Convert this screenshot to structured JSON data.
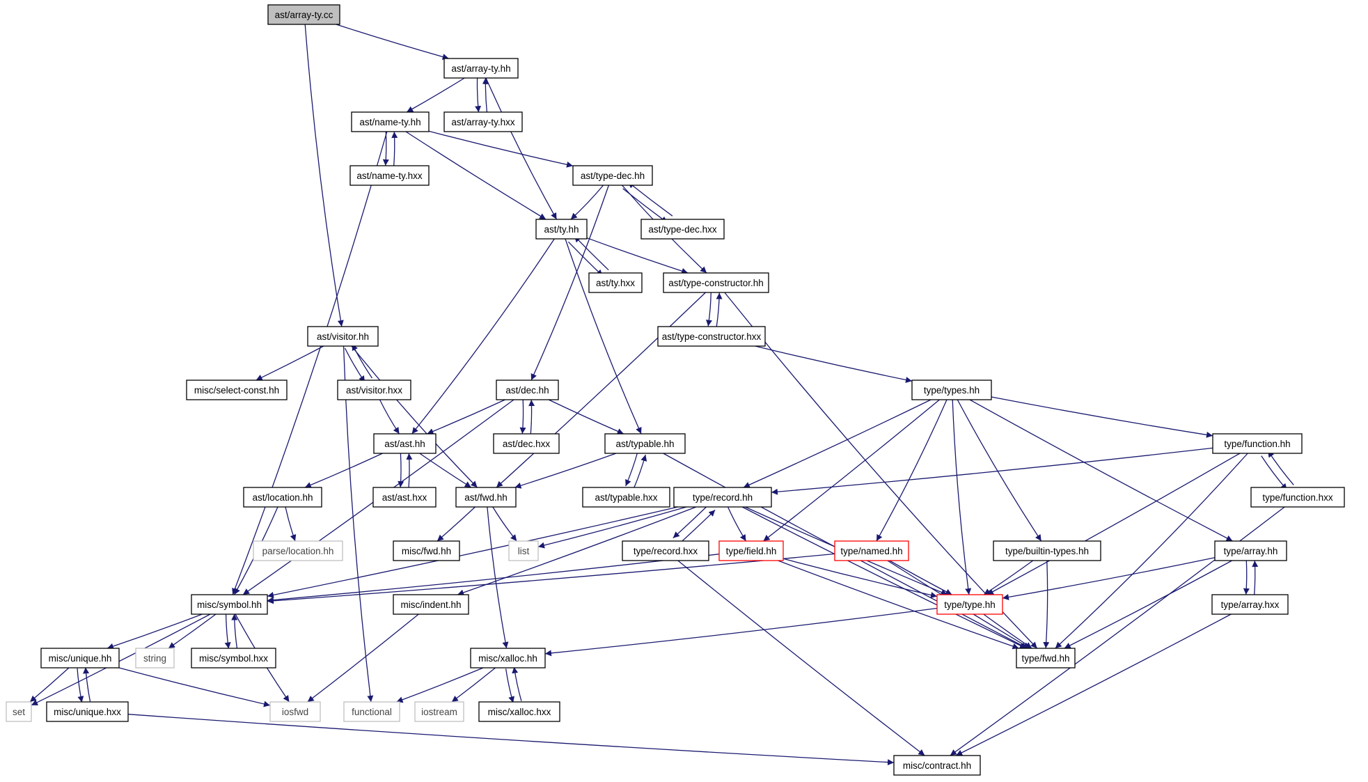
{
  "colors": {
    "edge": "#191970",
    "box_normal": "#000000",
    "box_root_fill": "#bfbfbf",
    "box_truncated": "#ff0000",
    "box_system": "#bfbfbf",
    "background": "#ffffff"
  },
  "nodes": [
    {
      "id": "array_ty_cc",
      "label": "ast/array-ty.cc",
      "kind": "root"
    },
    {
      "id": "array_ty_hh",
      "label": "ast/array-ty.hh",
      "kind": "normal"
    },
    {
      "id": "name_ty_hh",
      "label": "ast/name-ty.hh",
      "kind": "normal"
    },
    {
      "id": "array_ty_hxx",
      "label": "ast/array-ty.hxx",
      "kind": "normal"
    },
    {
      "id": "name_ty_hxx",
      "label": "ast/name-ty.hxx",
      "kind": "normal"
    },
    {
      "id": "type_dec_hh",
      "label": "ast/type-dec.hh",
      "kind": "normal"
    },
    {
      "id": "ty_hh",
      "label": "ast/ty.hh",
      "kind": "normal"
    },
    {
      "id": "type_dec_hxx",
      "label": "ast/type-dec.hxx",
      "kind": "normal"
    },
    {
      "id": "ty_hxx",
      "label": "ast/ty.hxx",
      "kind": "normal"
    },
    {
      "id": "type_constructor_hh",
      "label": "ast/type-constructor.hh",
      "kind": "normal"
    },
    {
      "id": "visitor_hh",
      "label": "ast/visitor.hh",
      "kind": "normal"
    },
    {
      "id": "type_constructor_hxx",
      "label": "ast/type-constructor.hxx",
      "kind": "normal"
    },
    {
      "id": "select_const_hh",
      "label": "misc/select-const.hh",
      "kind": "normal"
    },
    {
      "id": "visitor_hxx",
      "label": "ast/visitor.hxx",
      "kind": "normal"
    },
    {
      "id": "dec_hh",
      "label": "ast/dec.hh",
      "kind": "normal"
    },
    {
      "id": "types_hh",
      "label": "type/types.hh",
      "kind": "normal"
    },
    {
      "id": "ast_hh",
      "label": "ast/ast.hh",
      "kind": "normal"
    },
    {
      "id": "dec_hxx",
      "label": "ast/dec.hxx",
      "kind": "normal"
    },
    {
      "id": "typable_hh",
      "label": "ast/typable.hh",
      "kind": "normal"
    },
    {
      "id": "function_hh",
      "label": "type/function.hh",
      "kind": "normal"
    },
    {
      "id": "location_hh",
      "label": "ast/location.hh",
      "kind": "normal"
    },
    {
      "id": "ast_hxx",
      "label": "ast/ast.hxx",
      "kind": "normal"
    },
    {
      "id": "ast_fwd_hh",
      "label": "ast/fwd.hh",
      "kind": "normal"
    },
    {
      "id": "typable_hxx",
      "label": "ast/typable.hxx",
      "kind": "normal"
    },
    {
      "id": "record_hh",
      "label": "type/record.hh",
      "kind": "normal"
    },
    {
      "id": "function_hxx",
      "label": "type/function.hxx",
      "kind": "normal"
    },
    {
      "id": "parse_location_hh",
      "label": "parse/location.hh",
      "kind": "system"
    },
    {
      "id": "misc_fwd_hh",
      "label": "misc/fwd.hh",
      "kind": "normal"
    },
    {
      "id": "list",
      "label": "list",
      "kind": "system"
    },
    {
      "id": "record_hxx",
      "label": "type/record.hxx",
      "kind": "normal"
    },
    {
      "id": "field_hh",
      "label": "type/field.hh",
      "kind": "truncated"
    },
    {
      "id": "named_hh",
      "label": "type/named.hh",
      "kind": "truncated"
    },
    {
      "id": "builtin_types_hh",
      "label": "type/builtin-types.hh",
      "kind": "normal"
    },
    {
      "id": "array_hh",
      "label": "type/array.hh",
      "kind": "normal"
    },
    {
      "id": "symbol_hh",
      "label": "misc/symbol.hh",
      "kind": "normal"
    },
    {
      "id": "indent_hh",
      "label": "misc/indent.hh",
      "kind": "normal"
    },
    {
      "id": "type_hh",
      "label": "type/type.hh",
      "kind": "truncated"
    },
    {
      "id": "array_hxx",
      "label": "type/array.hxx",
      "kind": "normal"
    },
    {
      "id": "unique_hh",
      "label": "misc/unique.hh",
      "kind": "normal"
    },
    {
      "id": "string",
      "label": "string",
      "kind": "system"
    },
    {
      "id": "symbol_hxx",
      "label": "misc/symbol.hxx",
      "kind": "normal"
    },
    {
      "id": "xalloc_hh",
      "label": "misc/xalloc.hh",
      "kind": "normal"
    },
    {
      "id": "type_fwd_hh",
      "label": "type/fwd.hh",
      "kind": "normal"
    },
    {
      "id": "set",
      "label": "set",
      "kind": "system"
    },
    {
      "id": "unique_hxx",
      "label": "misc/unique.hxx",
      "kind": "normal"
    },
    {
      "id": "iosfwd",
      "label": "iosfwd",
      "kind": "system"
    },
    {
      "id": "functional",
      "label": "functional",
      "kind": "system"
    },
    {
      "id": "iostream",
      "label": "iostream",
      "kind": "system"
    },
    {
      "id": "xalloc_hxx",
      "label": "misc/xalloc.hxx",
      "kind": "normal"
    },
    {
      "id": "contract_hh",
      "label": "misc/contract.hh",
      "kind": "normal"
    }
  ],
  "edges": [
    [
      "array_ty_cc",
      "array_ty_hh"
    ],
    [
      "array_ty_cc",
      "visitor_hh"
    ],
    [
      "array_ty_hh",
      "name_ty_hh"
    ],
    [
      "array_ty_hh",
      "array_ty_hxx"
    ],
    [
      "array_ty_hh",
      "ty_hh"
    ],
    [
      "array_ty_hxx",
      "array_ty_hh"
    ],
    [
      "name_ty_hh",
      "name_ty_hxx"
    ],
    [
      "name_ty_hh",
      "type_dec_hh"
    ],
    [
      "name_ty_hh",
      "ty_hh"
    ],
    [
      "name_ty_hh",
      "symbol_hh"
    ],
    [
      "name_ty_hxx",
      "name_ty_hh"
    ],
    [
      "type_dec_hh",
      "ty_hh"
    ],
    [
      "type_dec_hh",
      "type_dec_hxx"
    ],
    [
      "type_dec_hh",
      "type_constructor_hh"
    ],
    [
      "type_dec_hh",
      "dec_hh"
    ],
    [
      "type_dec_hxx",
      "type_dec_hh"
    ],
    [
      "ty_hh",
      "ty_hxx"
    ],
    [
      "ty_hh",
      "type_constructor_hh"
    ],
    [
      "ty_hh",
      "ast_hh"
    ],
    [
      "ty_hh",
      "typable_hh"
    ],
    [
      "ty_hxx",
      "ty_hh"
    ],
    [
      "type_constructor_hh",
      "type_constructor_hxx"
    ],
    [
      "type_constructor_hh",
      "ast_fwd_hh"
    ],
    [
      "type_constructor_hh",
      "type_fwd_hh"
    ],
    [
      "type_constructor_hxx",
      "type_constructor_hh"
    ],
    [
      "type_constructor_hxx",
      "types_hh"
    ],
    [
      "visitor_hh",
      "select_const_hh"
    ],
    [
      "visitor_hh",
      "visitor_hxx"
    ],
    [
      "visitor_hh",
      "ast_fwd_hh"
    ],
    [
      "visitor_hh",
      "functional"
    ],
    [
      "visitor_hxx",
      "visitor_hh"
    ],
    [
      "visitor_hxx",
      "ast_hh"
    ],
    [
      "dec_hh",
      "dec_hxx"
    ],
    [
      "dec_hh",
      "ast_hh"
    ],
    [
      "dec_hh",
      "typable_hh"
    ],
    [
      "dec_hh",
      "symbol_hh"
    ],
    [
      "dec_hxx",
      "dec_hh"
    ],
    [
      "ast_hh",
      "location_hh"
    ],
    [
      "ast_hh",
      "ast_hxx"
    ],
    [
      "ast_hh",
      "ast_fwd_hh"
    ],
    [
      "ast_hxx",
      "ast_hh"
    ],
    [
      "typable_hh",
      "typable_hxx"
    ],
    [
      "typable_hh",
      "ast_fwd_hh"
    ],
    [
      "typable_hh",
      "type_fwd_hh"
    ],
    [
      "typable_hxx",
      "typable_hh"
    ],
    [
      "location_hh",
      "parse_location_hh"
    ],
    [
      "location_hh",
      "symbol_hh"
    ],
    [
      "ast_fwd_hh",
      "misc_fwd_hh"
    ],
    [
      "ast_fwd_hh",
      "list"
    ],
    [
      "ast_fwd_hh",
      "xalloc_hh"
    ],
    [
      "types_hh",
      "record_hh"
    ],
    [
      "types_hh",
      "function_hh"
    ],
    [
      "types_hh",
      "field_hh"
    ],
    [
      "types_hh",
      "named_hh"
    ],
    [
      "types_hh",
      "type_hh"
    ],
    [
      "types_hh",
      "builtin_types_hh"
    ],
    [
      "types_hh",
      "array_hh"
    ],
    [
      "function_hh",
      "record_hh"
    ],
    [
      "function_hh",
      "function_hxx"
    ],
    [
      "function_hh",
      "type_hh"
    ],
    [
      "function_hh",
      "type_fwd_hh"
    ],
    [
      "function_hxx",
      "function_hh"
    ],
    [
      "function_hxx",
      "contract_hh"
    ],
    [
      "record_hh",
      "record_hxx"
    ],
    [
      "record_hh",
      "field_hh"
    ],
    [
      "record_hh",
      "list"
    ],
    [
      "record_hh",
      "symbol_hh"
    ],
    [
      "record_hh",
      "indent_hh"
    ],
    [
      "record_hh",
      "type_hh"
    ],
    [
      "record_hh",
      "type_fwd_hh"
    ],
    [
      "record_hxx",
      "record_hh"
    ],
    [
      "record_hxx",
      "contract_hh"
    ],
    [
      "field_hh",
      "symbol_hh"
    ],
    [
      "field_hh",
      "type_hh"
    ],
    [
      "field_hh",
      "type_fwd_hh"
    ],
    [
      "named_hh",
      "symbol_hh"
    ],
    [
      "named_hh",
      "type_hh"
    ],
    [
      "named_hh",
      "type_fwd_hh"
    ],
    [
      "builtin_types_hh",
      "type_hh"
    ],
    [
      "builtin_types_hh",
      "type_fwd_hh"
    ],
    [
      "array_hh",
      "type_hh"
    ],
    [
      "array_hh",
      "array_hxx"
    ],
    [
      "array_hh",
      "type_fwd_hh"
    ],
    [
      "array_hxx",
      "array_hh"
    ],
    [
      "array_hxx",
      "contract_hh"
    ],
    [
      "type_hh",
      "type_fwd_hh"
    ],
    [
      "type_hh",
      "xalloc_hh"
    ],
    [
      "symbol_hh",
      "unique_hh"
    ],
    [
      "symbol_hh",
      "string"
    ],
    [
      "symbol_hh",
      "symbol_hxx"
    ],
    [
      "symbol_hh",
      "set"
    ],
    [
      "symbol_hh",
      "iosfwd"
    ],
    [
      "symbol_hxx",
      "symbol_hh"
    ],
    [
      "unique_hh",
      "unique_hxx"
    ],
    [
      "unique_hh",
      "set"
    ],
    [
      "unique_hh",
      "iosfwd"
    ],
    [
      "unique_hxx",
      "unique_hh"
    ],
    [
      "unique_hxx",
      "contract_hh"
    ],
    [
      "indent_hh",
      "iosfwd"
    ],
    [
      "xalloc_hh",
      "functional"
    ],
    [
      "xalloc_hh",
      "iostream"
    ],
    [
      "xalloc_hh",
      "xalloc_hxx"
    ],
    [
      "xalloc_hxx",
      "xalloc_hh"
    ]
  ]
}
